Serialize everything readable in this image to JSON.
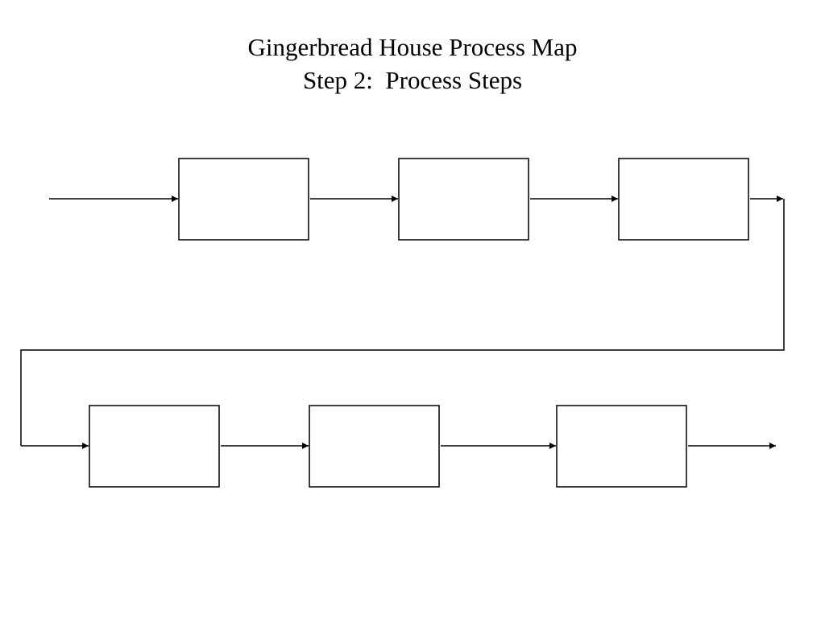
{
  "slide": {
    "title_line1": "Gingerbread House Process Map",
    "title_line2": "Step 2:  Process Steps"
  },
  "process_map": {
    "rows": [
      {
        "steps": [
          {
            "label": ""
          },
          {
            "label": ""
          },
          {
            "label": ""
          }
        ]
      },
      {
        "steps": [
          {
            "label": ""
          },
          {
            "label": ""
          },
          {
            "label": ""
          }
        ]
      }
    ],
    "flow": "left-to-right, wrapping from the end of row 1 to the start of row 2",
    "colors": {
      "line": "#000000",
      "box_fill": "#ffffff",
      "background": "#ffffff"
    }
  }
}
